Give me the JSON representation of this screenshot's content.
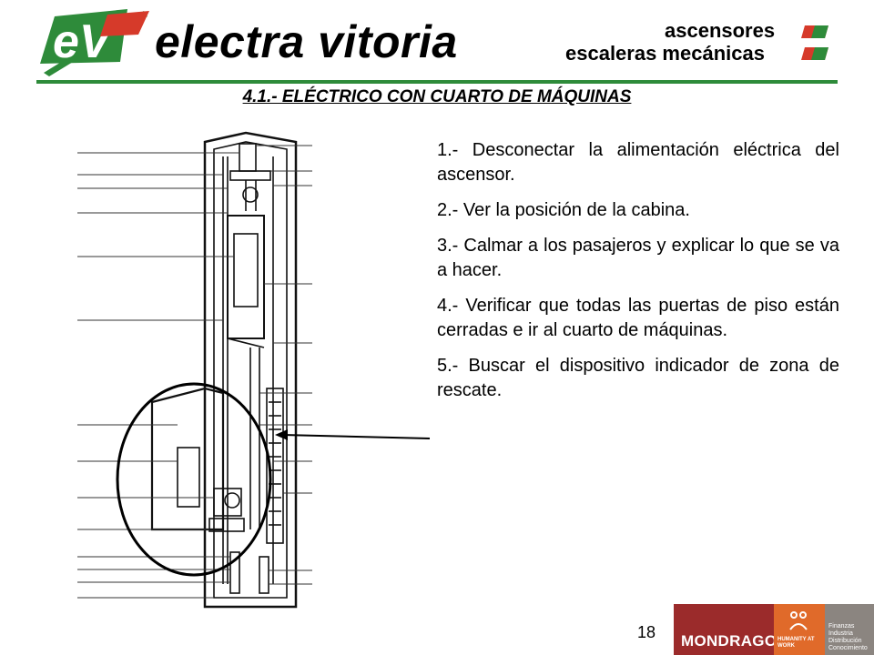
{
  "header": {
    "logo_letters": "eV",
    "brand_name": "electra vitoria",
    "tagline_1": "ascensores",
    "tagline_2": "escaleras mecánicas",
    "accent_green": "#2e8b3a",
    "accent_red": "#d63a2a",
    "logo_icon": "ev-logo-icon"
  },
  "slide": {
    "title": "4.1.- ELÉCTRICO CON CUARTO DE MÁQUINAS",
    "steps": [
      "1.- Desconectar la alimentación eléctrica del ascensor.",
      "2.- Ver la posición de la cabina.",
      "3.- Calmar a los pasajeros y explicar lo que se va a hacer.",
      "4.- Verificar que todas las puertas de piso están cerradas e ir al cuarto de máquinas.",
      "5.- Buscar el dispositivo indicador de zona de rescate."
    ]
  },
  "footer": {
    "page_number": "18",
    "org_name": "MONDRAGON",
    "org_tagline": "HUMANITY AT WORK",
    "org_division": "Finanzas Industria Distribución Conocimiento",
    "org_colors": [
      "#9b2b2b",
      "#e06a2a",
      "#8b8580"
    ]
  }
}
